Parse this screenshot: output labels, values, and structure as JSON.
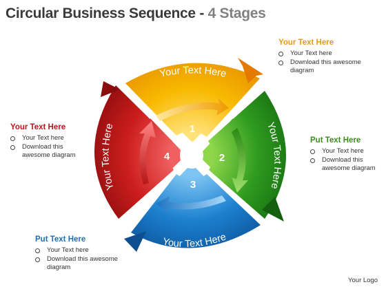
{
  "title": {
    "main": "Circular Business Sequence - ",
    "stages": "4 Stages"
  },
  "segments": [
    {
      "number": "1",
      "label": "Your Text Here",
      "color": "#f2a900"
    },
    {
      "number": "2",
      "label": "Your Text Here",
      "color": "#2f8f1e"
    },
    {
      "number": "3",
      "label": "Your Text Here",
      "color": "#1b7cc7"
    },
    {
      "number": "4",
      "label": "Your Text Here",
      "color": "#c41d1d"
    }
  ],
  "callouts": [
    {
      "title": "Your Text Here",
      "color": "#e79b12",
      "items": [
        "Your Text here",
        "Download this awesome diagram"
      ]
    },
    {
      "title": "Put Text Here",
      "color": "#3d8c1e",
      "items": [
        "Your Text here",
        "Download this awesome diagram"
      ]
    },
    {
      "title": "Put Text Here",
      "color": "#1f6fb4",
      "items": [
        "Your Text here",
        "Download this awesome diagram"
      ]
    },
    {
      "title": "Your Text Here",
      "color": "#c0141b",
      "items": [
        "Your Text here",
        "Download this awesome diagram"
      ]
    }
  ],
  "logo": "Your Logo"
}
